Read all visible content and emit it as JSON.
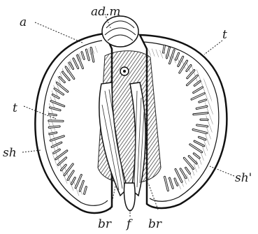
{
  "figure": {
    "labels": {
      "a": "a",
      "adm": "ad.m",
      "t_right": "t",
      "t_left": "t",
      "sh_left": "sh",
      "sh_right": "sh'",
      "br_left": "br",
      "f": "f",
      "br_right": "br"
    },
    "colors": {
      "ink": "#1a1a1a",
      "paper": "#ffffff",
      "shade": "#3a3a3a"
    }
  }
}
